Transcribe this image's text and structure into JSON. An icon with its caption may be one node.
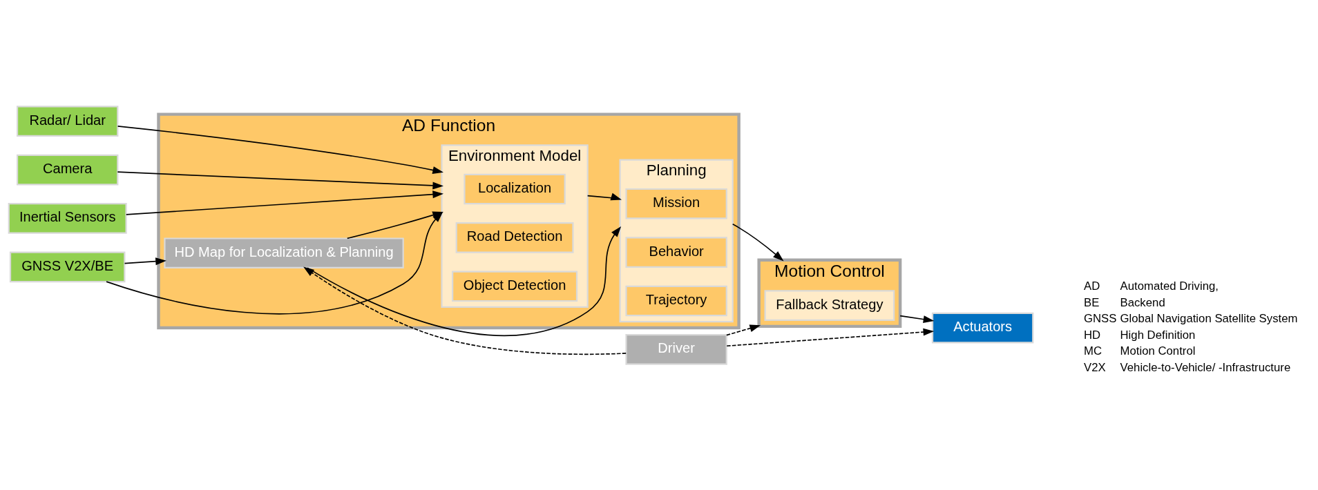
{
  "diagram": {
    "nodes": [
      {
        "text": [
          "GNSS V2X/BE"
        ]
      },
      {
        "text": [
          "Inertial Sensors"
        ]
      },
      {
        "text": [
          "Camera"
        ]
      },
      {
        "text": [
          "Radar/ Lidar"
        ]
      },
      {
        "text": [
          "AD Function"
        ]
      },
      {
        "text": [
          "HD Map for Localization & Planning"
        ],
        "in": 4
      },
      {
        "text": [
          "Environment Model"
        ],
        "in": 4
      },
      {
        "text": [
          "Localization"
        ],
        "in": 6
      },
      {
        "text": [
          "Road Detection"
        ],
        "in": 6
      },
      {
        "text": [
          "Object Detection"
        ],
        "in": 6
      },
      {
        "text": [
          "Planning"
        ],
        "in": 4
      },
      {
        "text": [
          "Mission"
        ],
        "in": 10
      },
      {
        "text": [
          "Behavior"
        ],
        "in": 10
      },
      {
        "text": [
          "Trajectory"
        ],
        "in": 10
      },
      {
        "text": [
          "Driver"
        ]
      },
      {
        "text": [
          "Motion Control"
        ]
      },
      {
        "text": [
          "Fallback Strategy"
        ],
        "in": 15
      },
      {
        "text": [
          "Actuators"
        ]
      }
    ],
    "edges": [
      {
        "from": 0,
        "to": 5,
        "arrow": "to"
      },
      {
        "from": 0,
        "to": 6,
        "arrow": "to"
      },
      {
        "from": 1,
        "to": 6,
        "arrow": "to"
      },
      {
        "from": 2,
        "to": 6,
        "arrow": "to"
      },
      {
        "from": 3,
        "to": 6,
        "arrow": "to"
      },
      {
        "from": 5,
        "to": 6,
        "arrow": "to"
      },
      {
        "from": 5,
        "to": 10,
        "arrow": "to"
      },
      {
        "from": 6,
        "to": 10,
        "arrow": "to"
      },
      {
        "from": 10,
        "to": 15,
        "arrow": "to"
      },
      {
        "from": 14,
        "to": 5,
        "arrow": "to",
        "style": "dashed"
      },
      {
        "from": 14,
        "to": 15,
        "arrow": "to",
        "style": "dashed"
      },
      {
        "from": 14,
        "to": 17,
        "arrow": "to",
        "style": "dashed"
      },
      {
        "from": 15,
        "to": 17,
        "arrow": "to"
      }
    ],
    "labels": [
      "AD",
      "Automated Driving,",
      "BE",
      "Backend",
      "GNSS",
      "Global Navigation Satellite System",
      "HD",
      "High Definition",
      "MC",
      "Motion Control",
      "V2X",
      "Vehicle-to-Vehicle/ -Infrastructure"
    ]
  }
}
